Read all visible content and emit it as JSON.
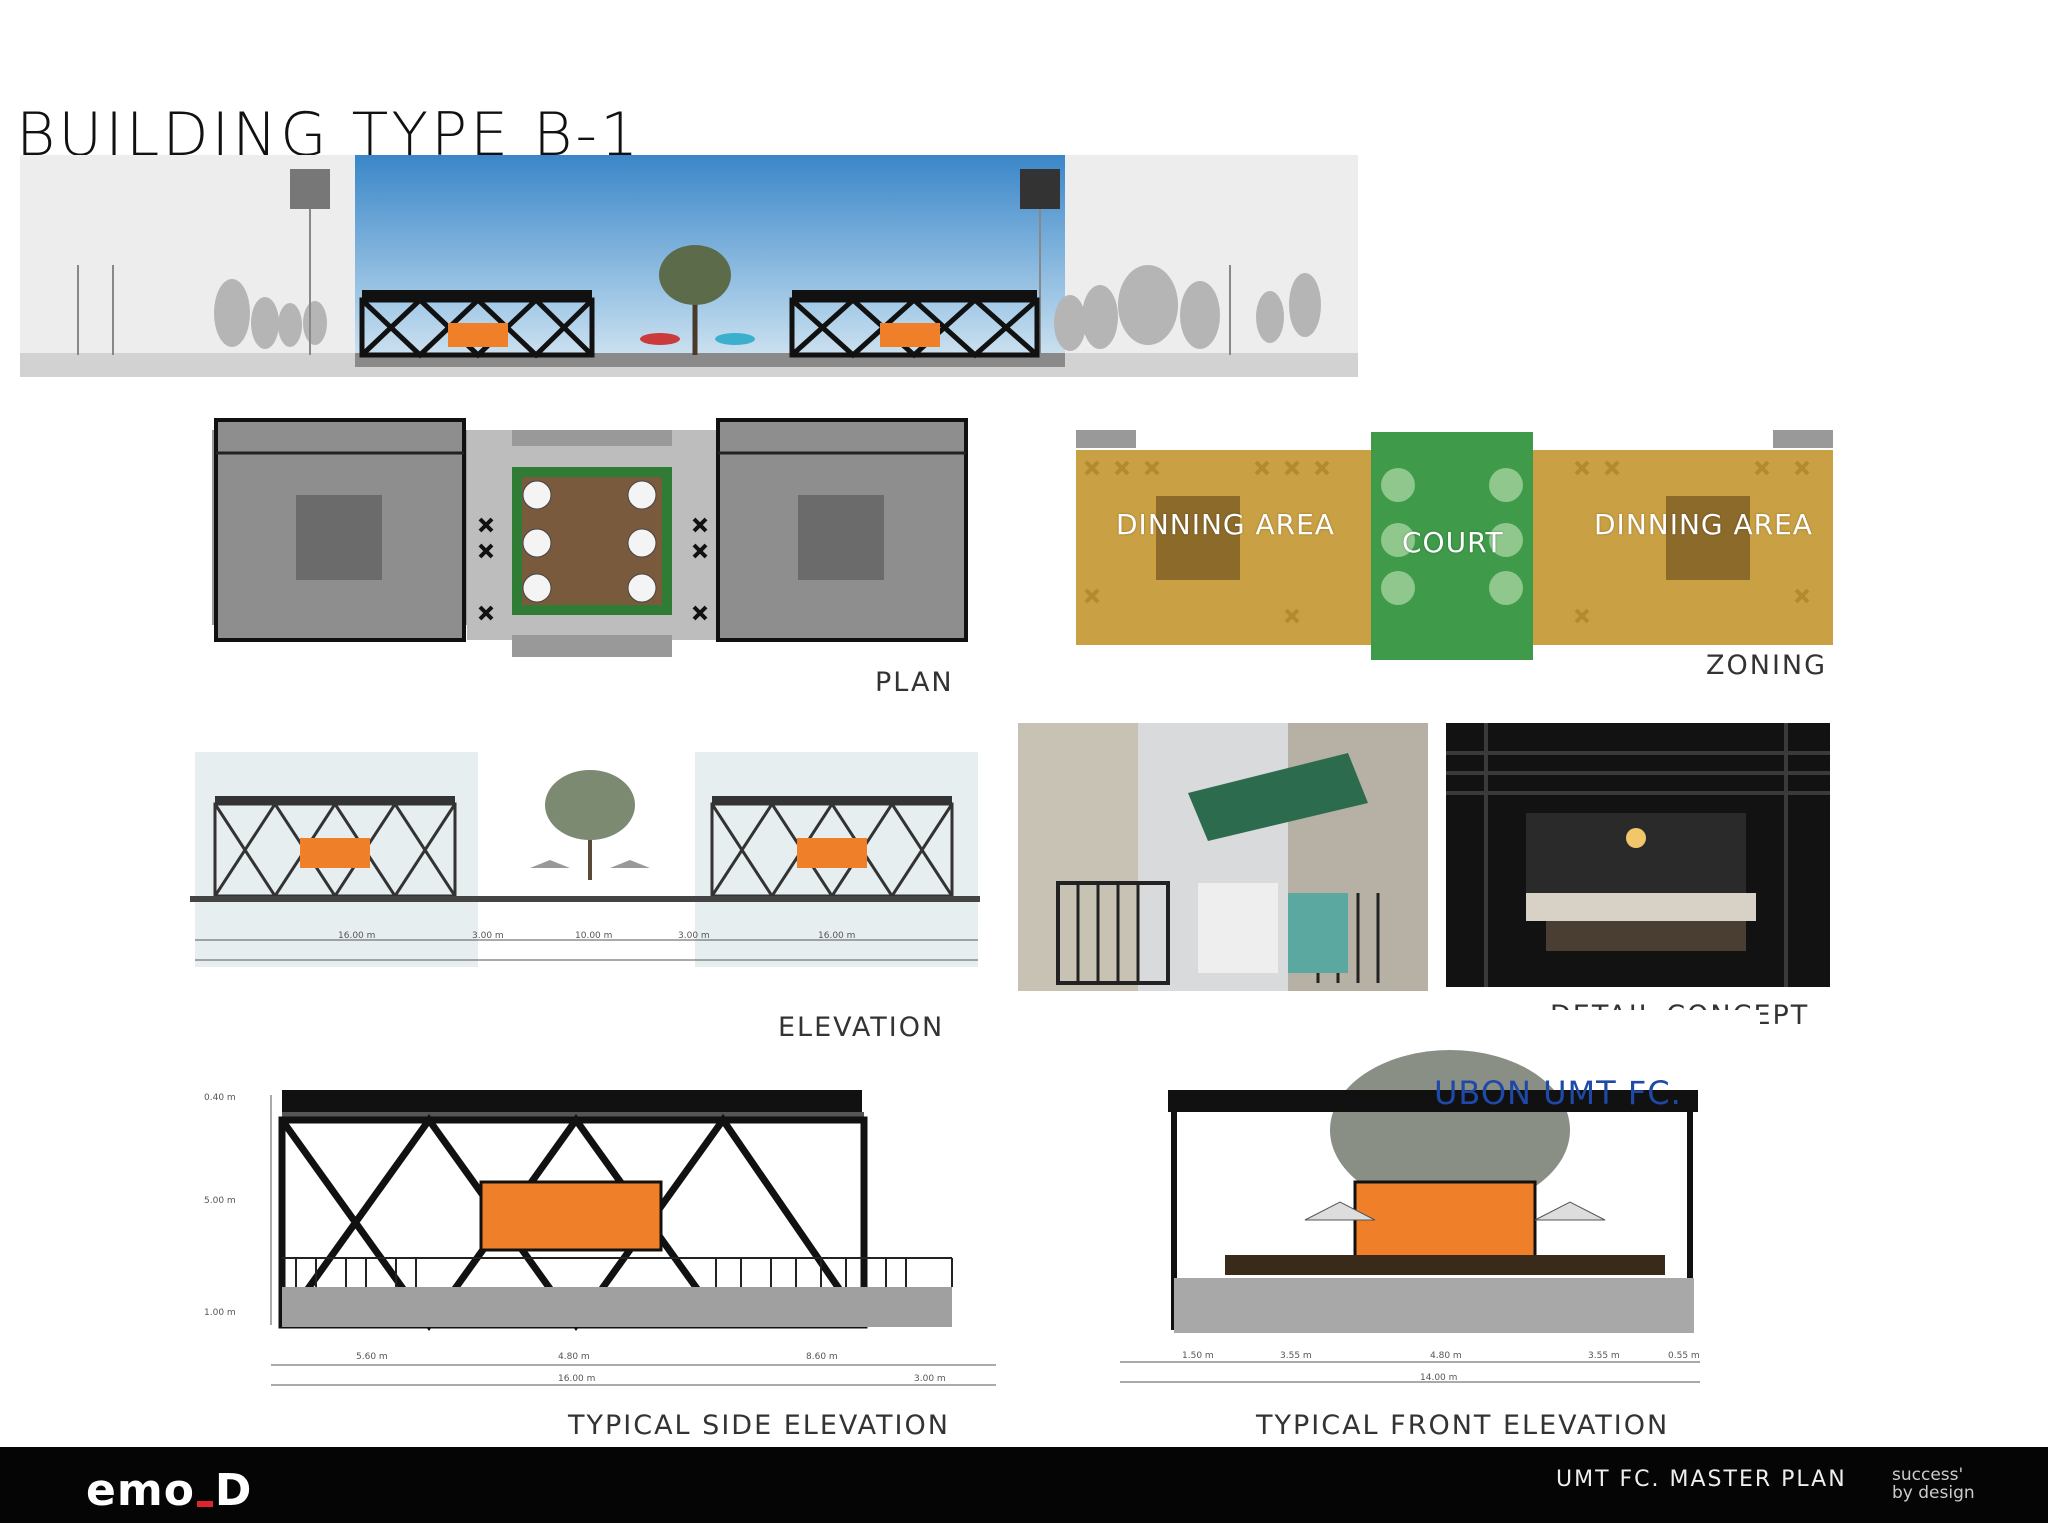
{
  "title": "BUILDING TYPE  B-1",
  "labels": {
    "plan": "PLAN",
    "zoning": "ZONING",
    "elevation": "ELEVATION",
    "detail_concept": "DETAIL CONCEPT",
    "side_elevation": "TYPICAL SIDE ELEVATION",
    "front_elevation": "TYPICAL FRONT ELEVATION"
  },
  "zoning": {
    "left": "DINNING AREA",
    "center": "COURT",
    "right": "DINNING AREA"
  },
  "signage": "UBON UMT FC.",
  "elevation_dims": [
    "16.00 m",
    "3.00 m",
    "10.00 m",
    "3.00 m",
    "16.00 m"
  ],
  "side_dims": {
    "top": [
      "5.60 m",
      "4.80 m",
      "8.60 m"
    ],
    "bottom": [
      "16.00 m",
      "3.00 m"
    ],
    "vertical": [
      "0.40 m",
      "5.00 m",
      "1.00 m"
    ]
  },
  "front_dims": {
    "top": [
      "1.50 m",
      "3.55 m",
      "4.80 m",
      "3.55 m",
      "0.55 m"
    ],
    "bottom": [
      "14.00 m"
    ]
  },
  "footer": {
    "logo_a": "emo",
    "logo_b": "D",
    "plan": "UMT FC. MASTER PLAN",
    "tag1": "success'",
    "tag2": "by design"
  },
  "colors": {
    "accent_orange": "#f07f2a",
    "zone_gold": "#c9a043",
    "zone_green": "#3f9a4a",
    "signage_blue": "#1f49a8",
    "footer_bg": "#050505"
  }
}
